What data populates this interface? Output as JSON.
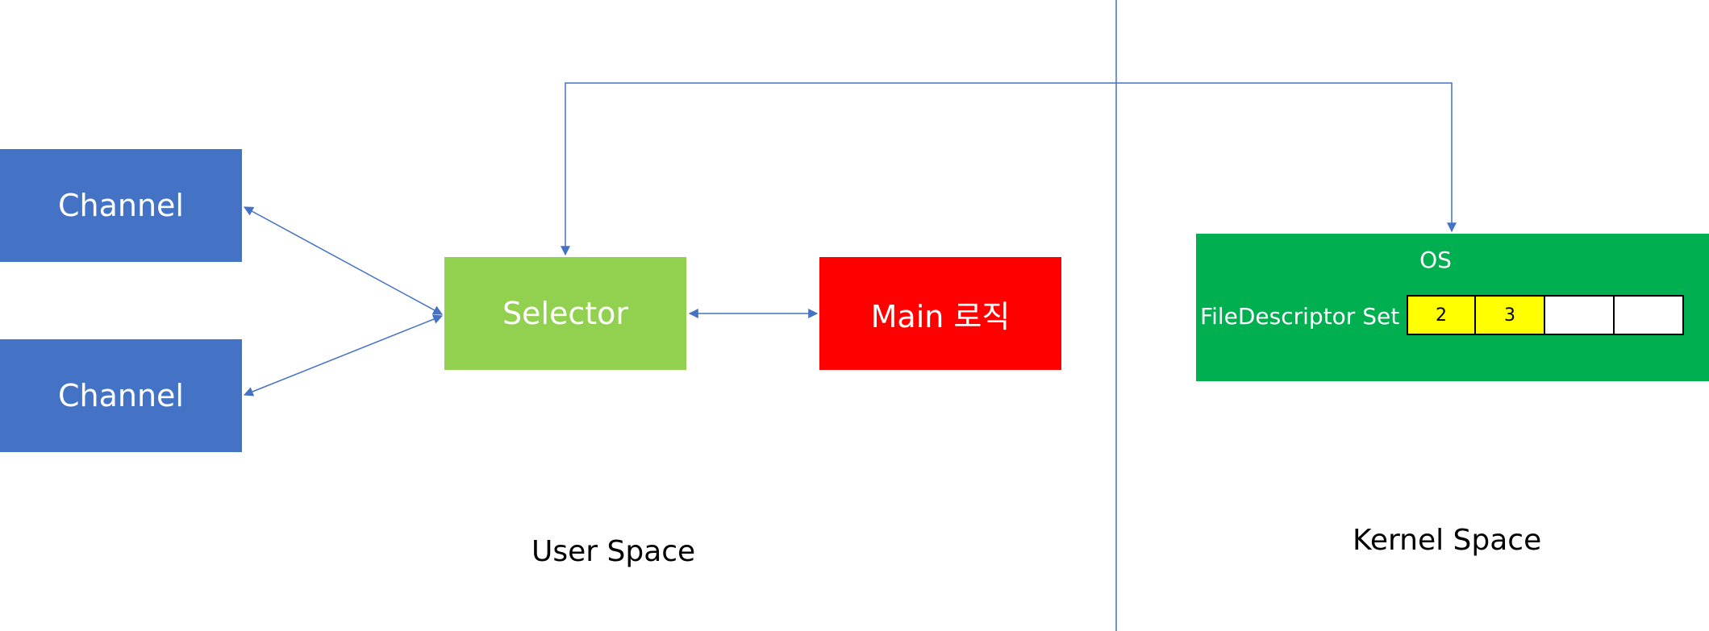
{
  "diagram": {
    "nodes": {
      "channel_top": "Channel",
      "channel_bottom": "Channel",
      "selector": "Selector",
      "main_logic": "Main 로직",
      "os": "OS",
      "fd_set_label": "FileDescriptor  Set"
    },
    "fd_cells": [
      "2",
      "3",
      "",
      ""
    ],
    "regions": {
      "user_space": "User Space",
      "kernel_space": "Kernel Space"
    },
    "colors": {
      "channel": "#4472C4",
      "selector": "#92D050",
      "main_logic": "#FF0000",
      "os": "#00B050",
      "fd_filled": "#FFFF00",
      "connector": "#4472C4"
    }
  }
}
